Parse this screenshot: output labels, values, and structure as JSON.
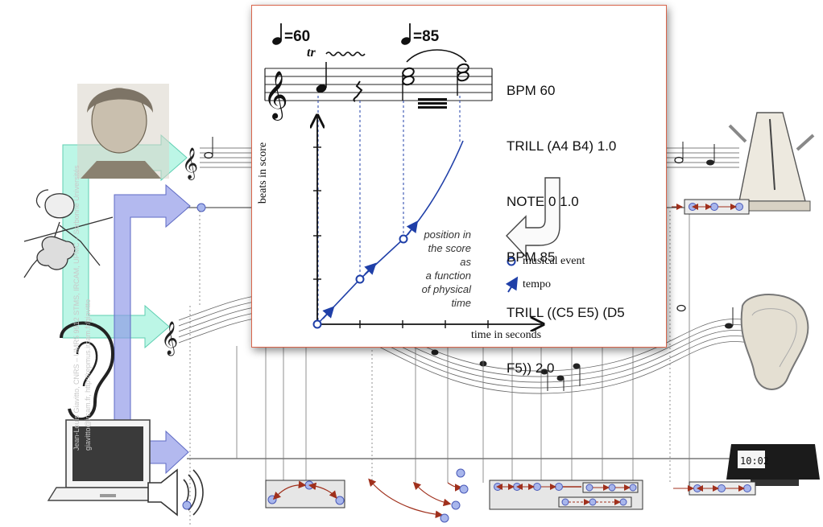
{
  "code_lines": [
    "BPM 60",
    "TRILL (A4 B4) 1.0",
    "NOTE 0 1.0",
    "BPM 85",
    "TRILL ((C5 E5) (D5",
    "F5)) 2.0"
  ],
  "tempo_marks": {
    "first": "=60",
    "second": "=85"
  },
  "trill_sign": "tr",
  "axis_labels": {
    "y": "beats in score",
    "x": "time in seconds"
  },
  "annotation_lines": [
    "position in",
    "the score",
    "as",
    "a function",
    "of physical",
    "time"
  ],
  "legend": {
    "event": "musical event",
    "tempo": "tempo"
  },
  "clock_display": "10:02",
  "credit_lines": [
    "Jean-Louis Giavitto, CNRS – UMR5 9912 STMS, IRCAM, UPMC – Sorbonne Universités",
    "giavitto@ircam.fr, http://repmus.ircam.fr/giavitto"
  ],
  "colors": {
    "frame": "#d9654b",
    "curve": "#1f3fa8",
    "event_fill": "#a8b6ec",
    "relation_arrow": "#a0301c",
    "teal_arrow": "#8ff0d6",
    "blue_arrow": "#8a94e6"
  }
}
